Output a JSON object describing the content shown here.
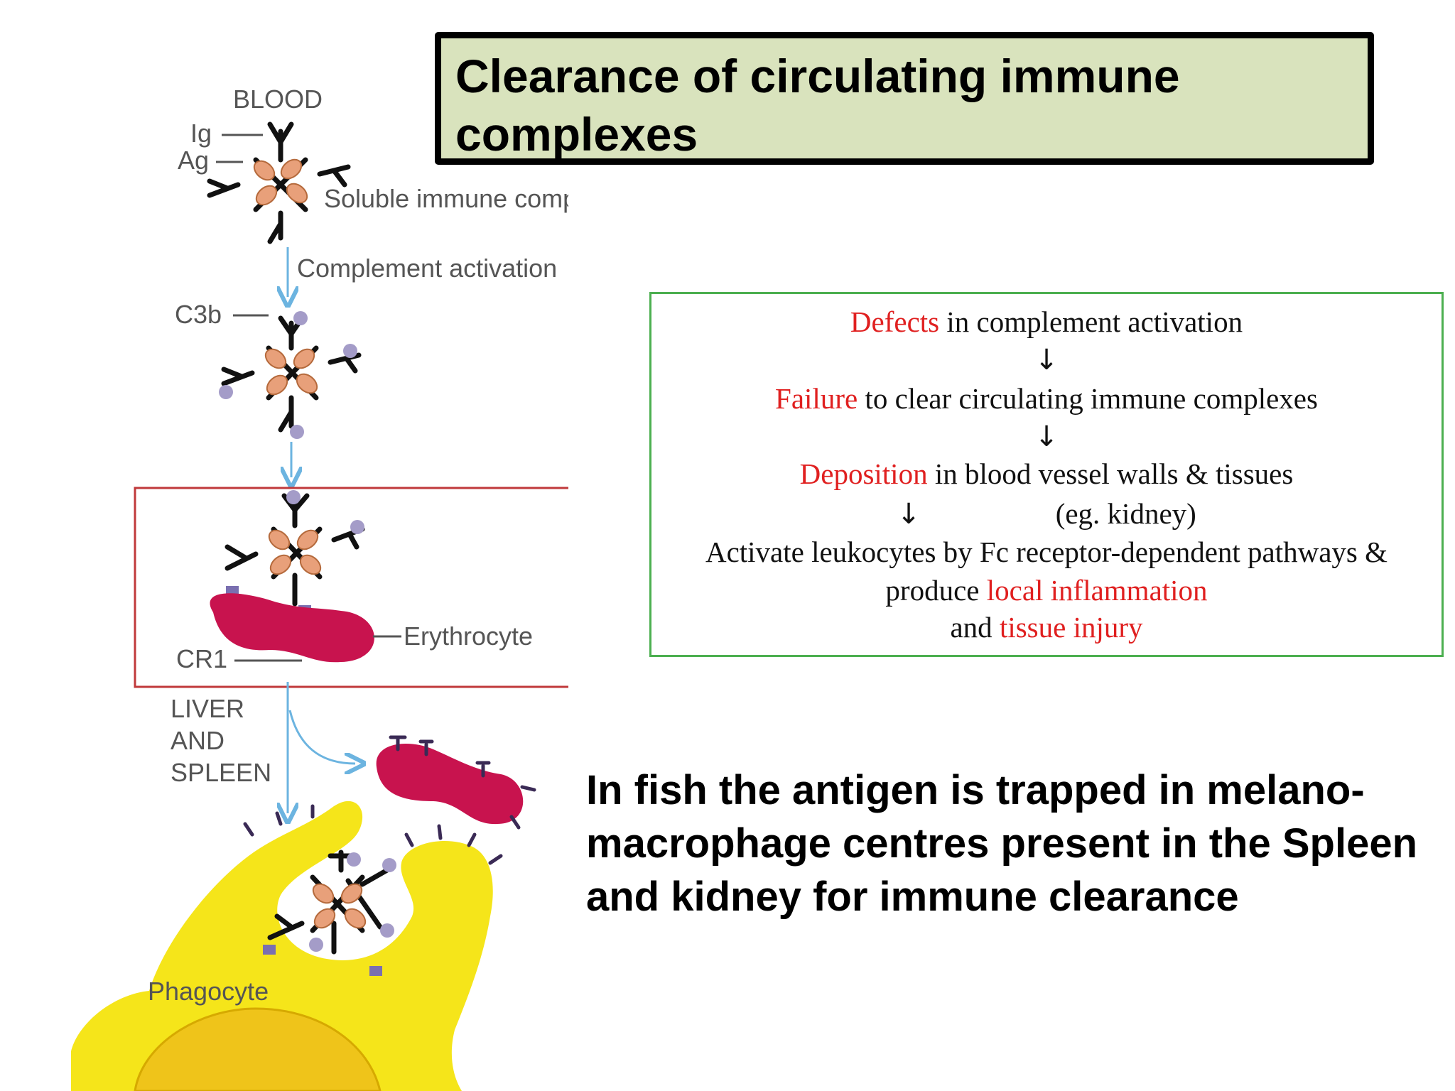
{
  "title": "Clearance of circulating immune complexes",
  "diagram": {
    "labels": {
      "blood": "BLOOD",
      "ig": "Ig",
      "ag": "Ag",
      "soluble": "Soluble immune complex",
      "complement": "Complement activation",
      "c3b": "C3b",
      "erythrocyte": "Erythrocyte",
      "cr1": "CR1",
      "liver": "LIVER",
      "and": "AND",
      "spleen": "SPLEEN",
      "phagocyte": "Phagocyte"
    },
    "colors": {
      "antigen": "#e8a07a",
      "c3b": "#a49cc8",
      "erythrocyte": "#c8134e",
      "phagocyte": "#f5e51a",
      "nucleus": "#efc41a",
      "arrow": "#6cb4e0",
      "highlight_box": "#c0393b"
    }
  },
  "pathway": {
    "line1": {
      "red": "Defects",
      "rest": " in complement activation"
    },
    "arrow": "↓",
    "line2": {
      "red": "Failure",
      "rest": " to clear circulating immune complexes"
    },
    "line3": {
      "red": "Deposition",
      "rest": " in blood vessel walls & tissues"
    },
    "line4_note": "(eg.  kidney)",
    "line5": "Activate leukocytes by Fc receptor-dependent pathways &",
    "line6": {
      "pre": "produce ",
      "red": "local inflammation"
    },
    "line7": {
      "pre": "and ",
      "red": "tissue injury"
    }
  },
  "note": "In fish the antigen is trapped in melano- macrophage centres present in the Spleen and kidney for immune clearance"
}
